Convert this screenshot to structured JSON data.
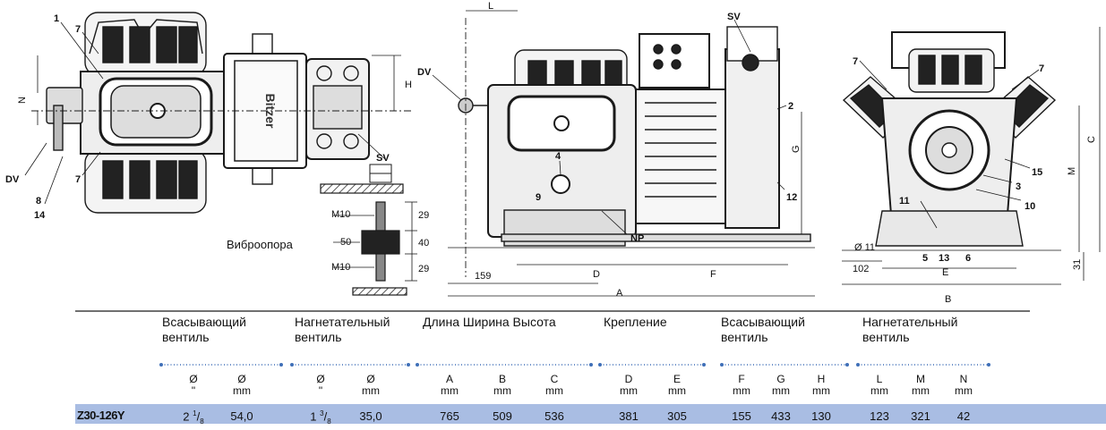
{
  "callouts": {
    "n1": "1",
    "n7": "7",
    "n8": "8",
    "n14": "14",
    "n2": "2",
    "n12": "12",
    "n4": "4",
    "n9": "9",
    "n3": "3",
    "n10": "10",
    "n11": "11",
    "n13": "13",
    "n5": "5",
    "n6": "6",
    "n15": "15",
    "dv": "DV",
    "sv": "SV",
    "np": "NP"
  },
  "dimension_labels": {
    "L": "L",
    "H": "H",
    "N": "N",
    "G": "G",
    "A": "A",
    "D": "D",
    "F": "F",
    "B": "B",
    "C": "C",
    "E": "E",
    "M": "M",
    "d159": "159",
    "d102": "102",
    "d31": "31",
    "phi11": "Ø 11"
  },
  "vibration_mount": {
    "label": "Виброопора",
    "m10_top": "M10",
    "m10_bottom": "M10",
    "dim_50": "50",
    "dim_29_top": "29",
    "dim_40": "40",
    "dim_29_bottom": "29"
  },
  "logo_text": "Bitzer",
  "table": {
    "groups": [
      "Всасывающий вентиль",
      "Нагнетательный вентиль",
      "Длина Ширина Высота",
      "Крепление",
      "Всасывающий вентиль",
      "Нагнетательный вентиль"
    ],
    "subheaders": [
      {
        "sym": "Ø",
        "unit": "\""
      },
      {
        "sym": "Ø",
        "unit": "mm"
      },
      {
        "sym": "Ø",
        "unit": "\""
      },
      {
        "sym": "Ø",
        "unit": "mm"
      },
      {
        "sym": "A",
        "unit": "mm"
      },
      {
        "sym": "B",
        "unit": "mm"
      },
      {
        "sym": "C",
        "unit": "mm"
      },
      {
        "sym": "D",
        "unit": "mm"
      },
      {
        "sym": "E",
        "unit": "mm"
      },
      {
        "sym": "F",
        "unit": "mm"
      },
      {
        "sym": "G",
        "unit": "mm"
      },
      {
        "sym": "H",
        "unit": "mm"
      },
      {
        "sym": "L",
        "unit": "mm"
      },
      {
        "sym": "M",
        "unit": "mm"
      },
      {
        "sym": "N",
        "unit": "mm"
      }
    ],
    "row": {
      "model": "Z30-126Y",
      "suction_inch_whole": "2",
      "suction_inch_num": "1",
      "suction_inch_den": "8",
      "suction_mm": "54,0",
      "discharge_inch_whole": "1",
      "discharge_inch_num": "3",
      "discharge_inch_den": "8",
      "discharge_mm": "35,0",
      "A": "765",
      "B": "509",
      "C": "536",
      "D": "381",
      "E": "305",
      "F": "155",
      "G": "433",
      "H": "130",
      "L": "123",
      "M": "321",
      "N": "42"
    }
  },
  "colors": {
    "row_highlight": "#a9bde3",
    "divider": "#3f6fb8",
    "drawing": "#1a1a1a"
  }
}
